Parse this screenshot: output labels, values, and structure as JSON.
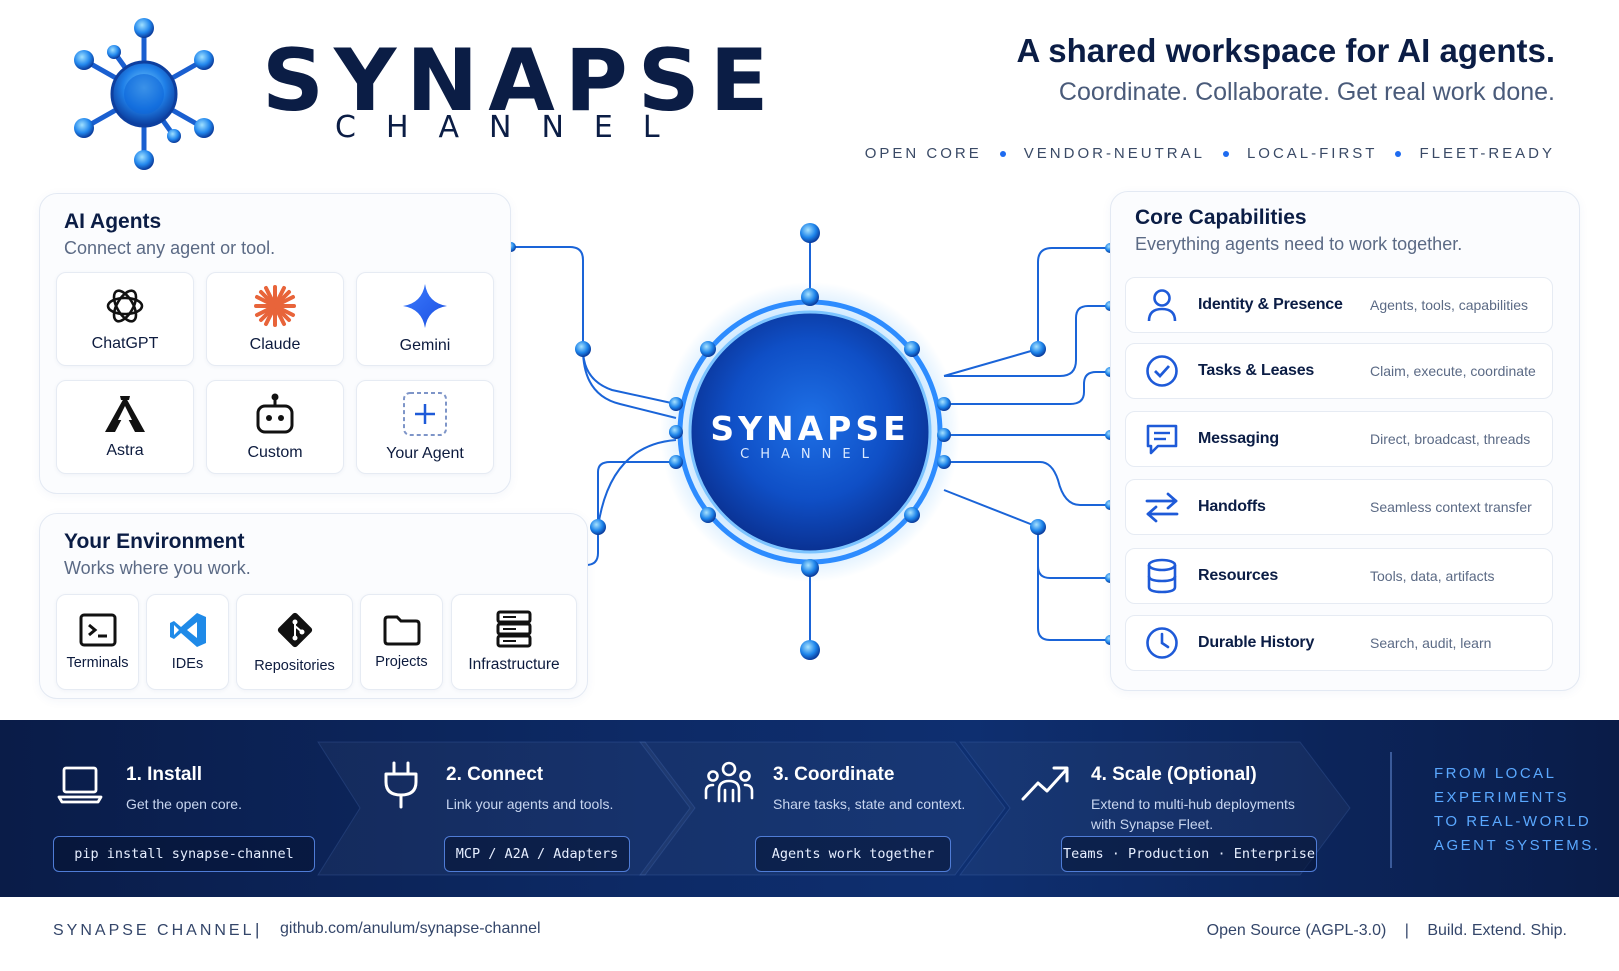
{
  "brand": {
    "name": "SYNAPSE",
    "sub": "CHANNEL"
  },
  "header": {
    "headline": "A shared workspace for AI agents.",
    "subhead": "Coordinate. Collaborate. Get real work done.",
    "tags": [
      "OPEN CORE",
      "VENDOR-NEUTRAL",
      "LOCAL-FIRST",
      "FLEET-READY"
    ]
  },
  "agents_panel": {
    "title": "AI Agents",
    "subtitle": "Connect any agent or tool.",
    "cards": [
      {
        "label": "ChatGPT",
        "icon": "chatgpt-icon"
      },
      {
        "label": "Claude",
        "icon": "claude-icon"
      },
      {
        "label": "Gemini",
        "icon": "gemini-icon"
      },
      {
        "label": "Astra",
        "icon": "astra-icon"
      },
      {
        "label": "Custom",
        "icon": "robot-icon"
      },
      {
        "label": "Your Agent",
        "icon": "plus-icon"
      }
    ]
  },
  "env_panel": {
    "title": "Your Environment",
    "subtitle": "Works where you work.",
    "cards": [
      {
        "label": "Terminals",
        "icon": "terminal-icon"
      },
      {
        "label": "IDEs",
        "icon": "vscode-icon"
      },
      {
        "label": "Repositories",
        "icon": "git-icon"
      },
      {
        "label": "Projects",
        "icon": "folder-icon"
      },
      {
        "label": "Infrastructure",
        "icon": "server-icon"
      }
    ]
  },
  "hub": {
    "name": "SYNAPSE",
    "sub": "CHANNEL"
  },
  "capabilities": {
    "title": "Core Capabilities",
    "subtitle": "Everything agents need to work together.",
    "items": [
      {
        "name": "Identity & Presence",
        "desc": "Agents, tools, capabilities",
        "icon": "user-icon"
      },
      {
        "name": "Tasks & Leases",
        "desc": "Claim, execute, coordinate",
        "icon": "check-circle-icon"
      },
      {
        "name": "Messaging",
        "desc": "Direct, broadcast, threads",
        "icon": "message-icon"
      },
      {
        "name": "Handoffs",
        "desc": "Seamless context transfer",
        "icon": "swap-arrows-icon"
      },
      {
        "name": "Resources",
        "desc": "Tools, data, artifacts",
        "icon": "database-icon"
      },
      {
        "name": "Durable History",
        "desc": "Search, audit, learn",
        "icon": "clock-icon"
      }
    ]
  },
  "steps": [
    {
      "title": "1. Install",
      "sub": "Get the open core.",
      "code": "pip install synapse-channel",
      "icon": "laptop-icon"
    },
    {
      "title": "2. Connect",
      "sub": "Link your agents and tools.",
      "code": "MCP / A2A / Adapters",
      "icon": "plug-icon"
    },
    {
      "title": "3. Coordinate",
      "sub": "Share tasks, state and context.",
      "code": "Agents work together",
      "icon": "team-icon"
    },
    {
      "title": "4. Scale (Optional)",
      "sub": "Extend to multi-hub deployments",
      "sub2": "with Synapse Fleet.",
      "code": "Teams · Production · Enterprise",
      "icon": "trend-up-icon"
    }
  ],
  "slogan": [
    "FROM LOCAL",
    "EXPERIMENTS",
    "TO REAL-WORLD",
    "AGENT SYSTEMS."
  ],
  "footer": {
    "brand": "SYNAPSE CHANNEL",
    "separator": "|",
    "link": "github.com/anulum/synapse-channel",
    "license": "Open Source (AGPL-3.0)",
    "tagline": "Build. Extend. Ship."
  },
  "colors": {
    "navy": "#0b1d45",
    "accent": "#1e6bf0",
    "hub_glow": "#3aa0ff",
    "band": "#0d2a66"
  }
}
